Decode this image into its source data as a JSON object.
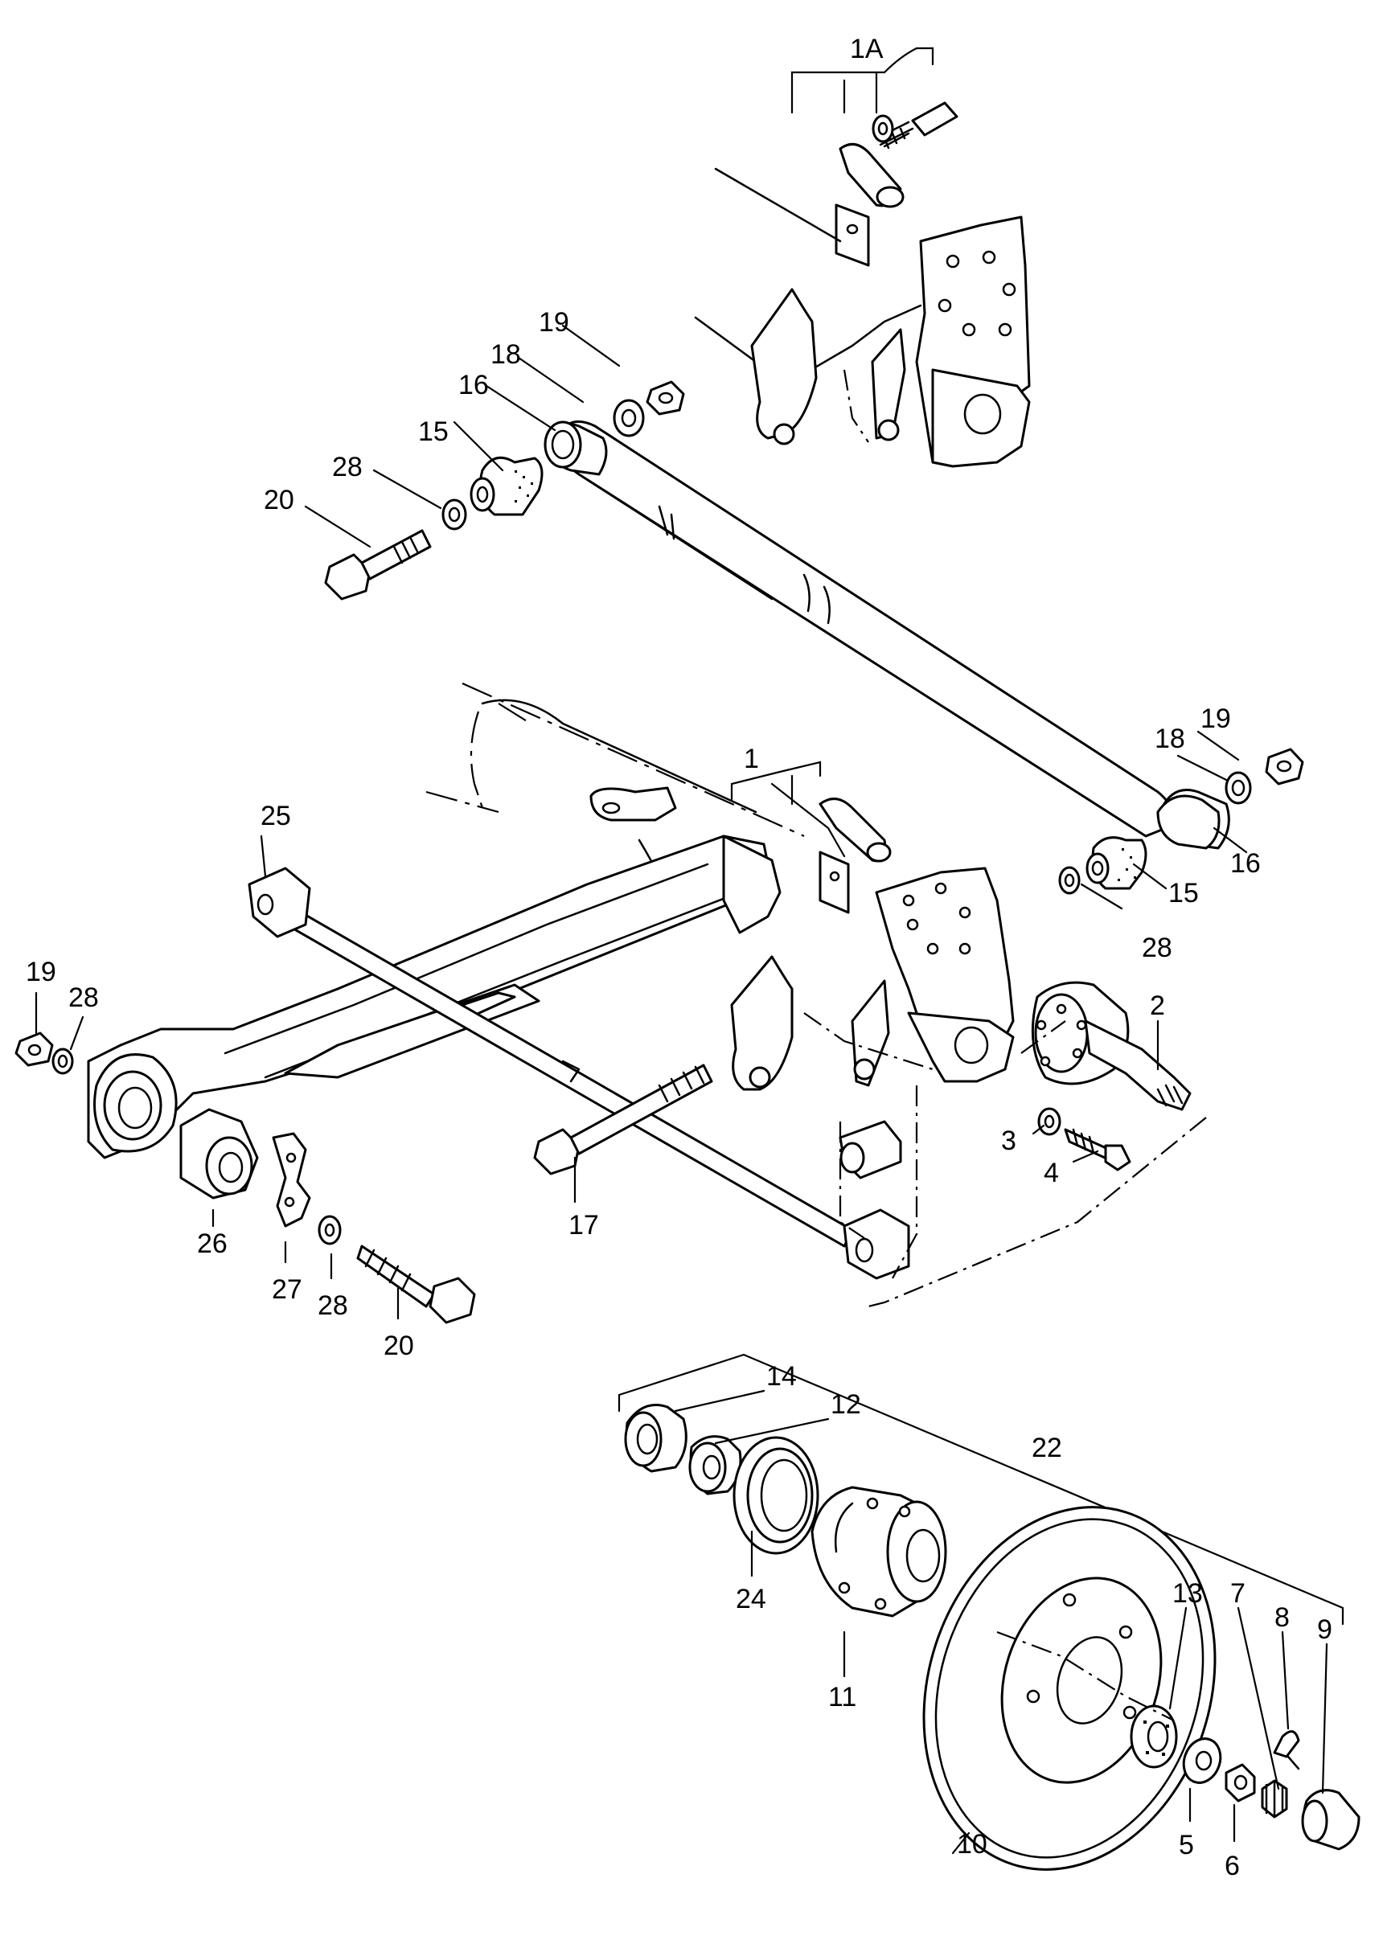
{
  "diagram": {
    "callouts": {
      "c1A": "1A",
      "c1": "1",
      "c2": "2",
      "c3": "3",
      "c4": "4",
      "c5": "5",
      "c6": "6",
      "c7": "7",
      "c8": "8",
      "c9": "9",
      "c10": "10",
      "c11": "11",
      "c12": "12",
      "c13": "13",
      "c14": "14",
      "c15a": "15",
      "c15b": "15",
      "c16a": "16",
      "c16b": "16",
      "c17": "17",
      "c18a": "18",
      "c18b": "18",
      "c19a": "19",
      "c19b": "19",
      "c19c": "19",
      "c20a": "20",
      "c20b": "20",
      "c22": "22",
      "c24": "24",
      "c25": "25",
      "c26": "26",
      "c27": "27",
      "c28a": "28",
      "c28b": "28",
      "c28c": "28",
      "c28d": "28"
    }
  }
}
